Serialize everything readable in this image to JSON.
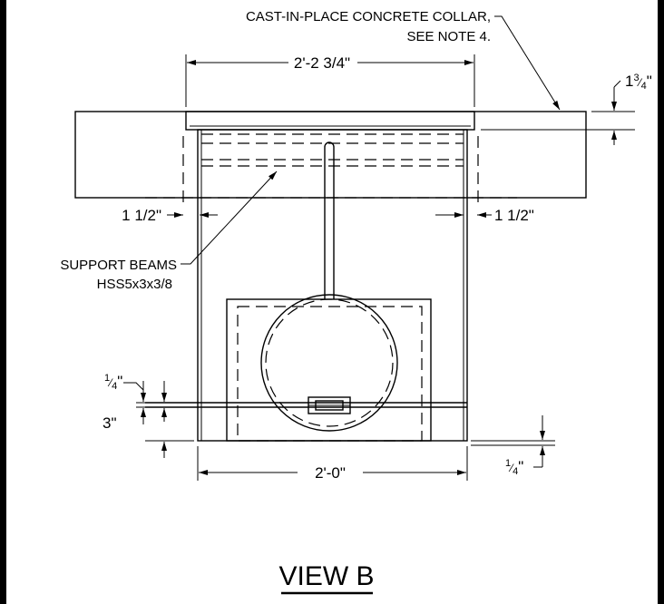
{
  "view_title": "VIEW B",
  "callouts": {
    "collar_line1": "CAST-IN-PLACE CONCRETE COLLAR,",
    "collar_line2": "SEE NOTE 4.",
    "beams_line1": "SUPPORT BEAMS",
    "beams_line2": "HSS5x3x3/8"
  },
  "dimensions": {
    "top_width": "2'-2 3/4\"",
    "left_inset": "1 1/2\"",
    "right_inset": "1 1/2\"",
    "bottom_width": "2'-0\"",
    "left_gap": "3\""
  },
  "fractions": {
    "top_right": {
      "whole": "1",
      "num": "3",
      "den": "4",
      "unit": "\""
    },
    "left_quarter": {
      "num": "1",
      "den": "4",
      "unit": "\""
    },
    "bottom_quarter": {
      "num": "1",
      "den": "4",
      "unit": "\""
    }
  }
}
